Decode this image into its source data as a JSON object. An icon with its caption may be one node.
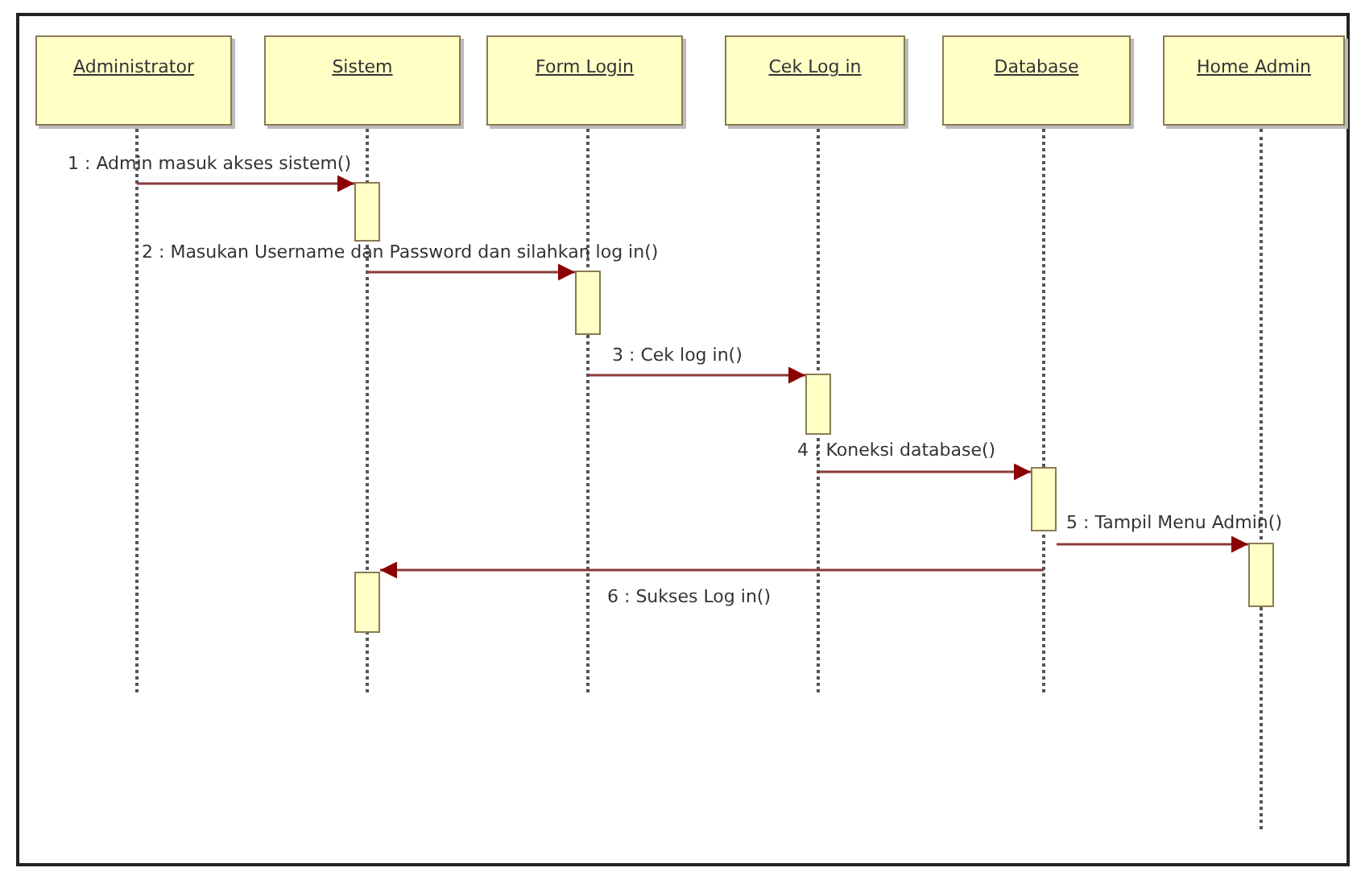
{
  "diagram": {
    "nodes": [
      {
        "text": [
          "Administrator"
        ]
      },
      {
        "text": [
          "Sistem"
        ]
      },
      {
        "text": [
          "Form Login"
        ]
      },
      {
        "text": [
          "Cek Log in"
        ]
      },
      {
        "text": [
          "Database"
        ]
      },
      {
        "text": [
          "Home Admin"
        ]
      },
      {
        "text": [],
        "shape": "line"
      },
      {
        "text": [],
        "shape": "line"
      },
      {
        "text": [],
        "shape": "line"
      },
      {
        "text": [],
        "shape": "line"
      },
      {
        "text": [],
        "shape": "line"
      },
      {
        "text": [],
        "shape": "line"
      },
      {
        "text": [],
        "shape": "bar"
      },
      {
        "text": [],
        "shape": "bar"
      },
      {
        "text": [],
        "shape": "bar"
      },
      {
        "text": [],
        "shape": "bar"
      },
      {
        "text": [],
        "shape": "bar"
      },
      {
        "text": [],
        "shape": "bar"
      }
    ],
    "edges": [
      {
        "from": 6,
        "to": 12,
        "arrow": "to",
        "label": "1 : Admin masuk akses sistem()"
      },
      {
        "from": 7,
        "to": 13,
        "arrow": "to",
        "label": "2 : Masukan Username dan Password dan silahkan log in()"
      },
      {
        "from": 8,
        "to": 14,
        "arrow": "to",
        "label": "3 : Cek log in()"
      },
      {
        "from": 9,
        "to": 15,
        "arrow": "to",
        "label": "4 : Koneksi database()"
      },
      {
        "from": 15,
        "to": 16,
        "arrow": "to",
        "label": "5 : Tampil Menu Admin()"
      },
      {
        "from": 10,
        "to": 17,
        "arrow": "to",
        "label": "6 : Sukses Log in()"
      }
    ]
  }
}
